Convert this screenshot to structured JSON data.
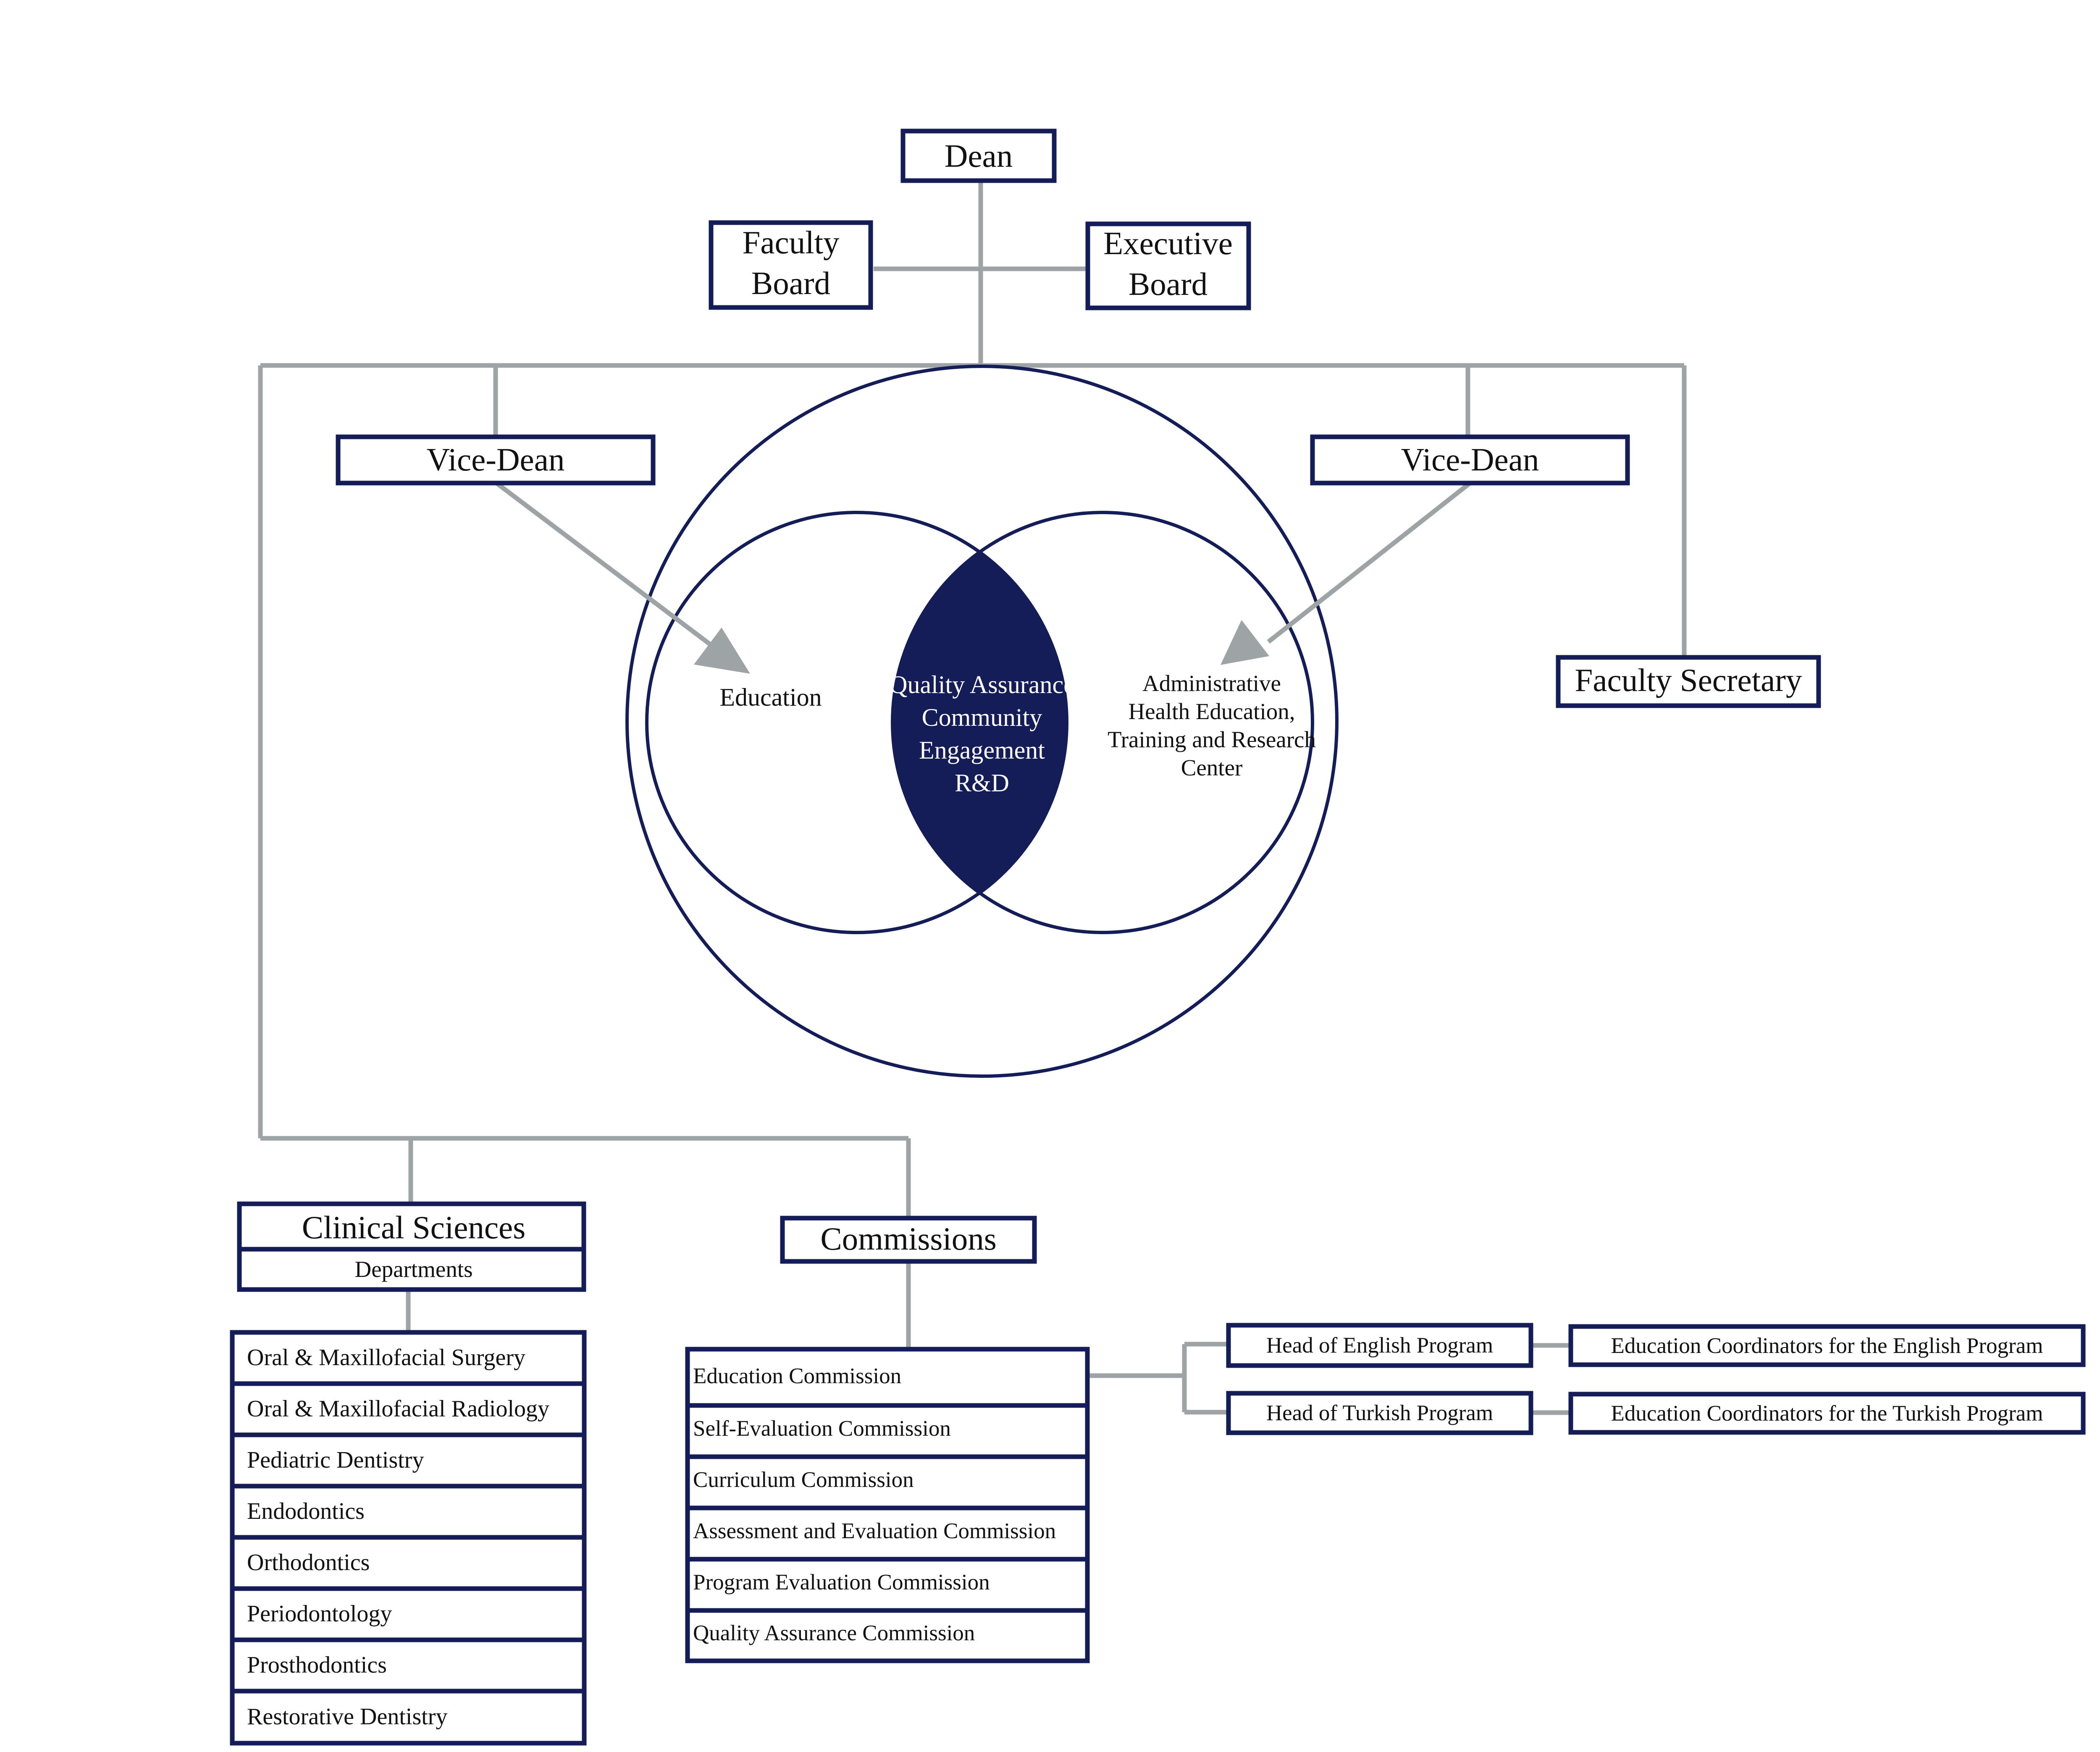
{
  "colors": {
    "navy": "#141d58",
    "connector": "#9ea3a6",
    "text": "#111111",
    "background": "#ffffff"
  },
  "top": {
    "dean": "Dean",
    "faculty_board": [
      "Faculty",
      "Board"
    ],
    "executive_board": [
      "Executive",
      "Board"
    ]
  },
  "vice_dean_left": "Vice-Dean",
  "vice_dean_right": "Vice-Dean",
  "faculty_secretary": "Faculty Secretary",
  "venn": {
    "left_label": "Education",
    "center_lines": [
      "Quality Assurance",
      "Community",
      "Engagement",
      "R&D"
    ],
    "right_lines": [
      "Administrative",
      "Health Education,",
      "Training and Research",
      "Center"
    ]
  },
  "clinical": {
    "title": "Clinical Sciences",
    "subtitle": "Departments",
    "departments": [
      "Oral & Maxillofacial Surgery",
      "Oral & Maxillofacial Radiology",
      "Pediatric Dentistry",
      "Endodontics",
      "Orthodontics",
      "Periodontology",
      "Prosthodontics",
      "Restorative Dentistry"
    ]
  },
  "commissions": {
    "title": "Commissions",
    "items": [
      "Education Commission",
      "Self-Evaluation Commission",
      "Curriculum Commission",
      "Assessment and Evaluation Commission",
      "Program Evaluation Commission",
      "Quality Assurance Commission"
    ]
  },
  "programs": {
    "head_english": "Head of English Program",
    "head_turkish": "Head of Turkish Program",
    "coord_english": "Education Coordinators for the English Program",
    "coord_turkish": "Education Coordinators for the Turkish Program"
  }
}
